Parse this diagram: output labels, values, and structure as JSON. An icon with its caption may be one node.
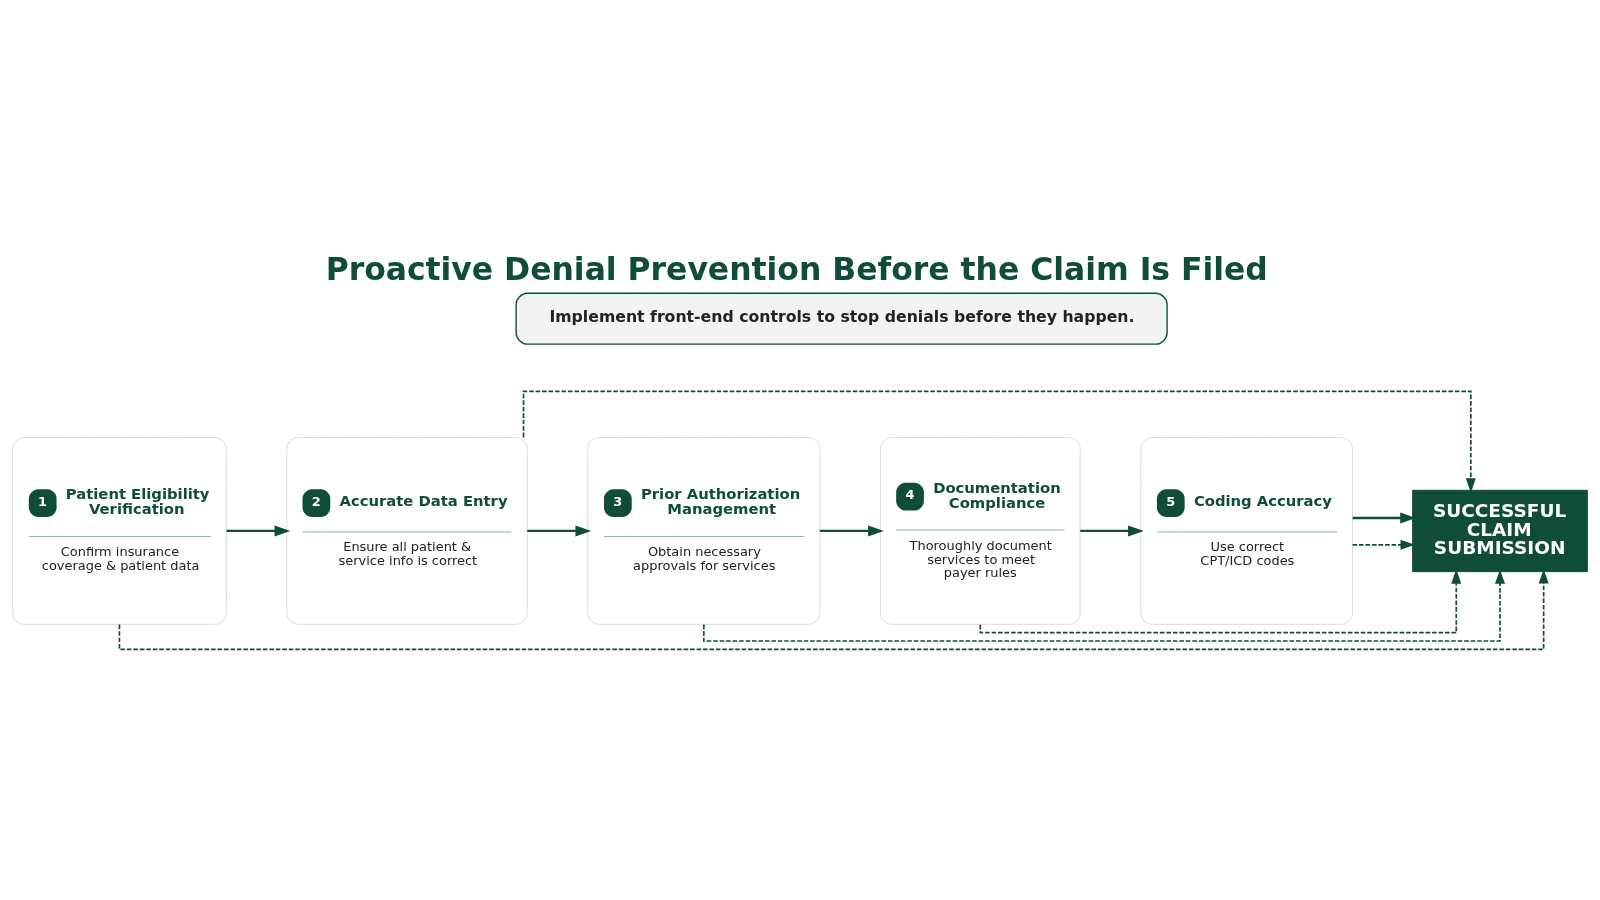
{
  "diagram": {
    "title": "Proactive Denial Prevention Before the Claim Is Filed",
    "nodes": [
      {
        "text": [
          "Implement front-end controls to stop denials before they happen."
        ]
      },
      {
        "text": [
          "1",
          "Patient Eligibility Verification",
          "Confirm insurance coverage & patient data"
        ]
      },
      {
        "text": [
          "2",
          "Accurate Data Entry",
          "Ensure all patient & service info is correct"
        ]
      },
      {
        "text": [
          "3",
          "Prior Authorization Management",
          "Obtain necessary approvals for services"
        ]
      },
      {
        "text": [
          "4",
          "Documentation Compliance",
          "Thoroughly document services to meet payer rules"
        ]
      },
      {
        "text": [
          "5",
          "Coding Accuracy",
          "Use correct CPT/ICD codes"
        ]
      },
      {
        "text": [
          "SUCCESSFUL CLAIM SUBMISSION"
        ]
      }
    ],
    "edges": [
      {
        "from": 1,
        "to": 2,
        "arrow": "to"
      },
      {
        "from": 2,
        "to": 3,
        "arrow": "to"
      },
      {
        "from": 3,
        "to": 4,
        "arrow": "to"
      },
      {
        "from": 4,
        "to": 5,
        "arrow": "to"
      },
      {
        "from": 5,
        "to": 6,
        "arrow": "to"
      },
      {
        "from": 1,
        "to": 6,
        "arrow": "to",
        "style": "dashed"
      },
      {
        "from": 2,
        "to": 6,
        "arrow": "to",
        "style": "dashed"
      },
      {
        "from": 3,
        "to": 6,
        "arrow": "to",
        "style": "dashed"
      },
      {
        "from": 4,
        "to": 6,
        "arrow": "to",
        "style": "dashed"
      },
      {
        "from": 5,
        "to": 6,
        "arrow": "to",
        "style": "dashed"
      }
    ]
  }
}
